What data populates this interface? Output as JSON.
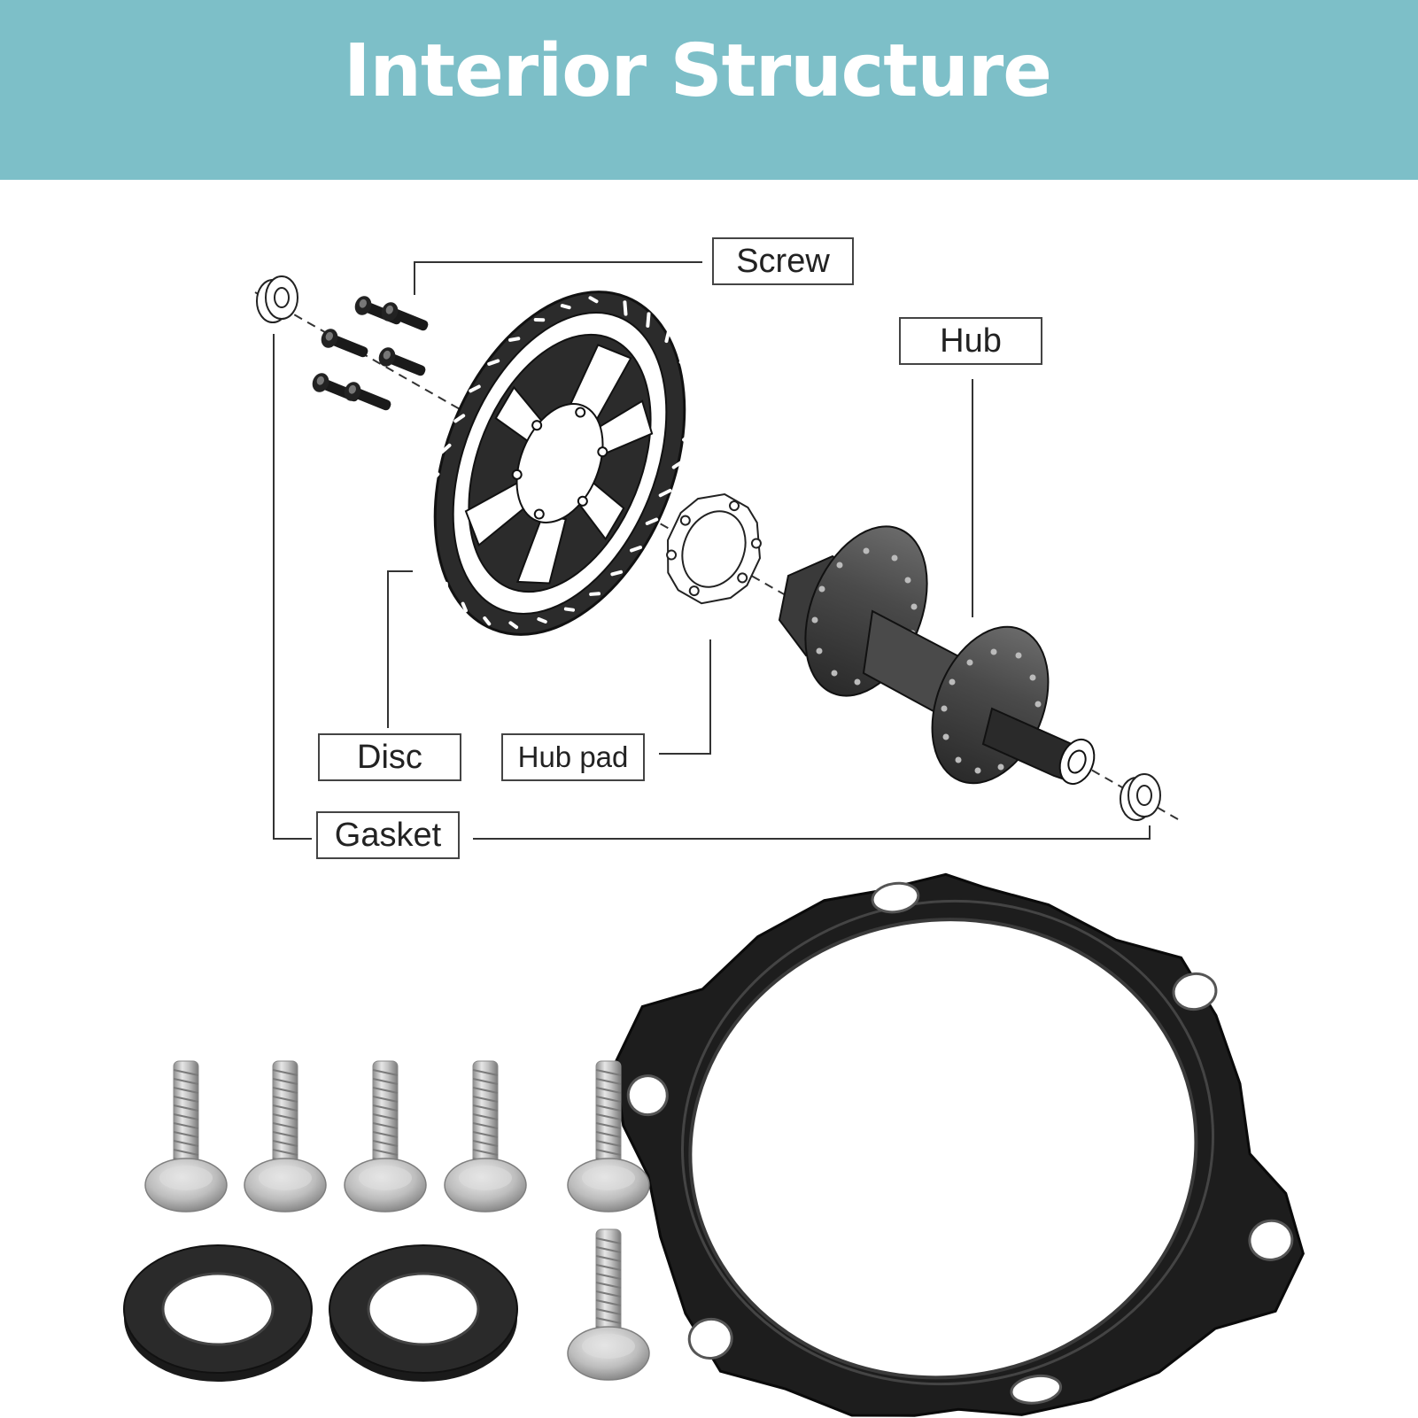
{
  "banner": {
    "title": "Interior Structure",
    "background": "#7dbfc8",
    "text_color": "#ffffff"
  },
  "diagram": {
    "labels": {
      "screw": "Screw",
      "hub": "Hub",
      "disc": "Disc",
      "hub_pad": "Hub pad",
      "gasket": "Gasket"
    }
  },
  "photo": {
    "parts": [
      "hub-adapter-ring",
      "screw",
      "washer"
    ],
    "screw_count": 6,
    "washer_count": 2
  }
}
